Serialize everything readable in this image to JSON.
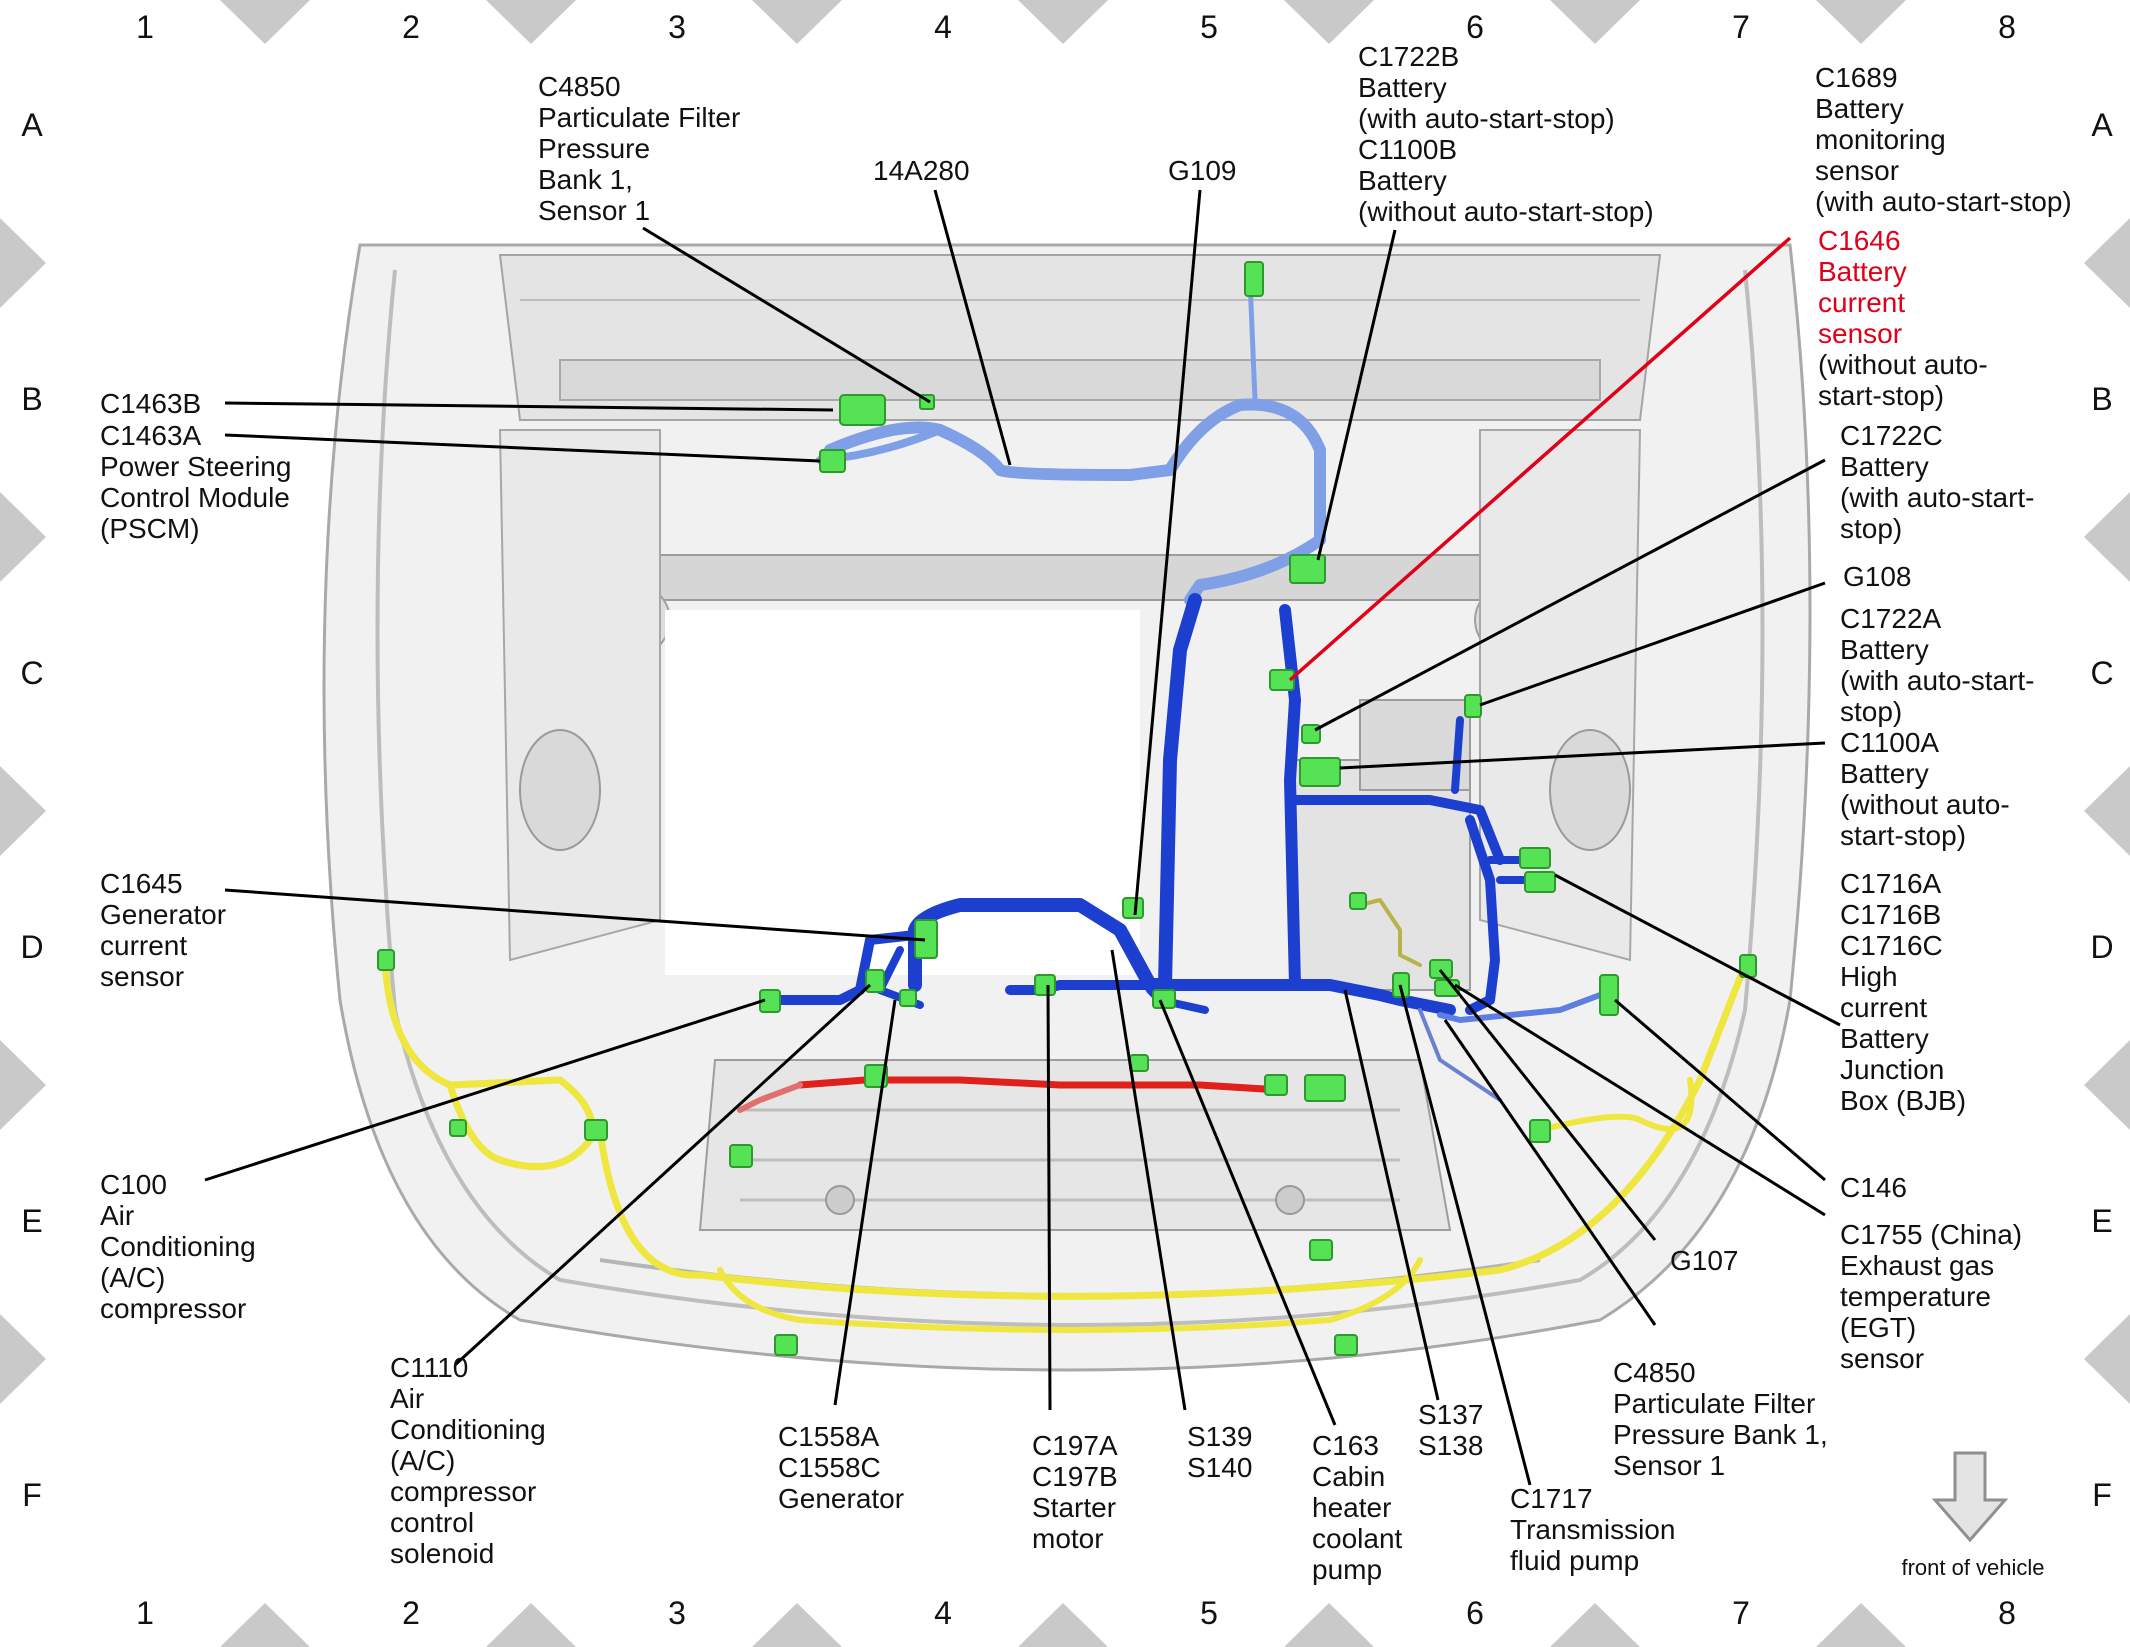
{
  "grid": {
    "columns": [
      "1",
      "2",
      "3",
      "4",
      "5",
      "6",
      "7",
      "8"
    ],
    "rows": [
      "A",
      "B",
      "C",
      "D",
      "E",
      "F"
    ]
  },
  "colors": {
    "harness_main": "#1d3fd0",
    "harness_light": "#7fa0e6",
    "harness_yellow": "#efe640",
    "harness_red": "#e0201a",
    "connector": "#55e255",
    "highlight_label": "#e0001a"
  },
  "front_indicator": {
    "label": "front of vehicle",
    "icon": "down-arrow-icon"
  },
  "labels": [
    {
      "id": "c4850-top",
      "lines": [
        "C4850",
        "Particulate Filter",
        "Pressure",
        "Bank 1,",
        "Sensor 1"
      ]
    },
    {
      "id": "14a280",
      "lines": [
        "14A280"
      ]
    },
    {
      "id": "g109",
      "lines": [
        "G109"
      ]
    },
    {
      "id": "c1722b",
      "lines": [
        "C1722B",
        "Battery",
        "(with auto-start-stop)",
        "C1100B",
        "Battery",
        "(without auto-start-stop)"
      ]
    },
    {
      "id": "c1689",
      "lines": [
        "C1689",
        "Battery",
        "monitoring",
        "sensor",
        "(with auto-start-stop)"
      ]
    },
    {
      "id": "c1646",
      "lines": [
        "C1646",
        "Battery",
        "current",
        "sensor"
      ],
      "highlight": true
    },
    {
      "id": "c1646-note",
      "lines": [
        "(without auto-",
        "start-stop)"
      ]
    },
    {
      "id": "c1463b",
      "lines": [
        "C1463B"
      ]
    },
    {
      "id": "c1463a",
      "lines": [
        "C1463A",
        "Power Steering",
        "Control Module",
        "(PSCM)"
      ]
    },
    {
      "id": "c1722c",
      "lines": [
        "C1722C",
        "Battery",
        "(with auto-start-",
        "stop)"
      ]
    },
    {
      "id": "g108",
      "lines": [
        "G108"
      ]
    },
    {
      "id": "c1722a",
      "lines": [
        "C1722A",
        "Battery",
        "(with auto-start-",
        "stop)",
        "C1100A",
        "Battery",
        "(without auto-",
        "start-stop)"
      ]
    },
    {
      "id": "c1716",
      "lines": [
        "C1716A",
        "C1716B",
        "C1716C",
        "High",
        "current",
        "Battery",
        "Junction",
        "Box (BJB)"
      ]
    },
    {
      "id": "c1645",
      "lines": [
        "C1645",
        "Generator",
        "current",
        "sensor"
      ]
    },
    {
      "id": "c100",
      "lines": [
        "C100",
        "Air",
        "Conditioning",
        "(A/C)",
        "compressor"
      ]
    },
    {
      "id": "c146",
      "lines": [
        "C146"
      ]
    },
    {
      "id": "c1755",
      "lines": [
        "C1755 (China)",
        "Exhaust gas",
        "temperature",
        "(EGT)",
        "sensor"
      ]
    },
    {
      "id": "g107",
      "lines": [
        "G107"
      ]
    },
    {
      "id": "c1110",
      "lines": [
        "C1110",
        "Air",
        "Conditioning",
        "(A/C)",
        "compressor",
        "control",
        "solenoid"
      ]
    },
    {
      "id": "c1558",
      "lines": [
        "C1558A",
        "C1558C",
        "Generator"
      ]
    },
    {
      "id": "c197",
      "lines": [
        "C197A",
        "C197B",
        "Starter",
        "motor"
      ]
    },
    {
      "id": "s139",
      "lines": [
        "S139",
        "S140"
      ]
    },
    {
      "id": "c163",
      "lines": [
        "C163",
        "Cabin",
        "heater",
        "coolant",
        "pump"
      ]
    },
    {
      "id": "s137",
      "lines": [
        "S137",
        "S138"
      ]
    },
    {
      "id": "c1717",
      "lines": [
        "C1717",
        "Transmission",
        "fluid pump"
      ]
    },
    {
      "id": "c4850-bottom",
      "lines": [
        "C4850",
        "Particulate Filter",
        "Pressure Bank 1,",
        "Sensor 1"
      ]
    }
  ]
}
